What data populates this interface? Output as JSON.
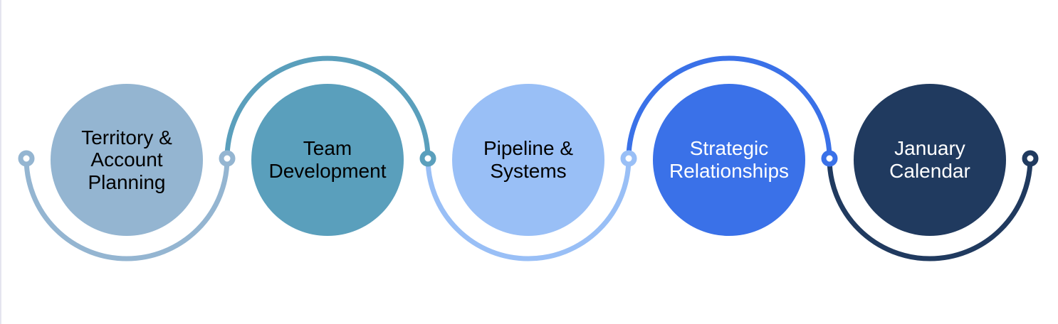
{
  "diagram": {
    "background_color": "#ffffff",
    "edge_line_color": "#e4e4ef",
    "steps": [
      {
        "label": "Territory &\nAccount\nPlanning",
        "circle_color": "#94B5D1",
        "text_color": "#000000",
        "arc": "below"
      },
      {
        "label": "Team\nDevelopment",
        "circle_color": "#5A9FBC",
        "text_color": "#000000",
        "arc": "above"
      },
      {
        "label": "Pipeline &\nSystems",
        "circle_color": "#99BFF6",
        "text_color": "#000000",
        "arc": "below"
      },
      {
        "label": "Strategic\nRelationships",
        "circle_color": "#3A71E8",
        "text_color": "#ffffff",
        "arc": "above"
      },
      {
        "label": "January\nCalendar",
        "circle_color": "#203A5F",
        "text_color": "#ffffff",
        "arc": "below"
      }
    ],
    "connector_node_colors": [
      "#94B5D1",
      "#94B5D1",
      "#5A9FBC",
      "#99BFF6",
      "#3A71E8",
      "#203A5F"
    ],
    "connector_node_fill": "#ffffff"
  }
}
